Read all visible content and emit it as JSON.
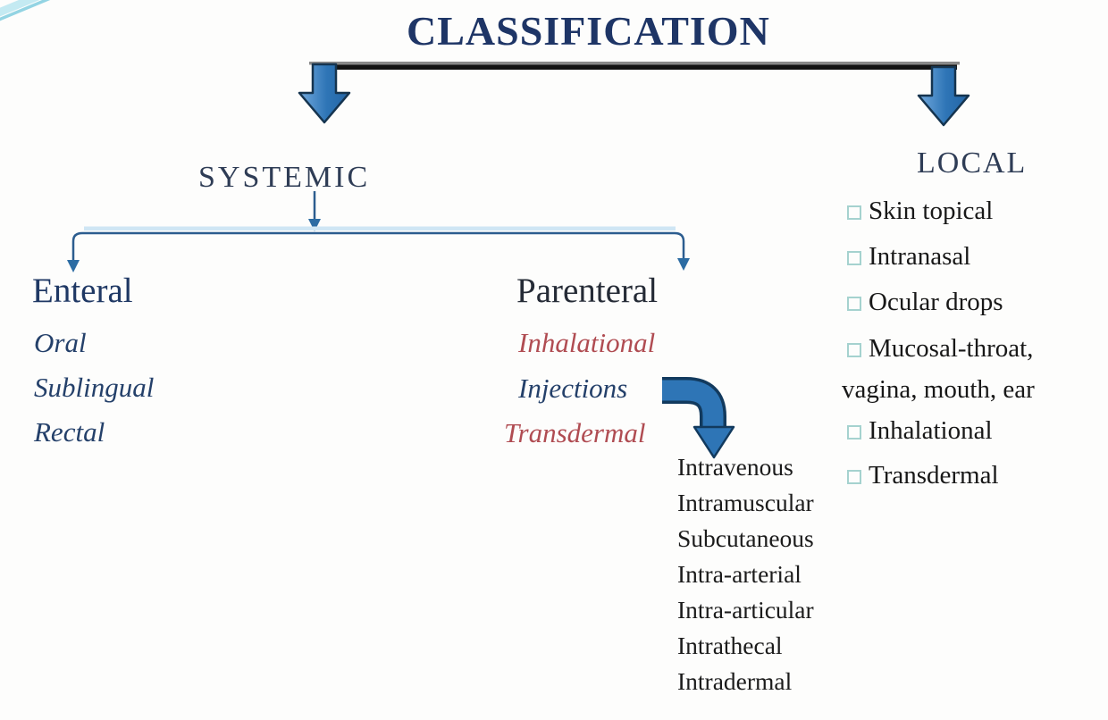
{
  "title": "CLASSIFICATION",
  "systemic": {
    "label": "SYSTEMIC",
    "enteral": {
      "label": "Enteral",
      "routes": [
        "Oral",
        "Sublingual",
        "Rectal"
      ]
    },
    "parenteral": {
      "label": "Parenteral",
      "routes": [
        {
          "text": "Inhalational",
          "red": true
        },
        {
          "text": "Injections",
          "red": false
        },
        {
          "text": "Transdermal",
          "red": true
        }
      ]
    },
    "injection_types": [
      "Intravenous",
      "Intramuscular",
      "Subcutaneous",
      "Intra-arterial",
      "Intra-articular",
      "Intrathecal",
      "Intradermal"
    ]
  },
  "local": {
    "label": "LOCAL",
    "items": [
      {
        "text": "Skin topical",
        "red": false
      },
      {
        "text": "Intranasal",
        "red": false
      },
      {
        "text": "Ocular drops",
        "red": false
      },
      {
        "text": "Mucosal-throat,",
        "continuation": "vagina, mouth, ear",
        "red": false
      },
      {
        "text": "Inhalational",
        "red": true
      },
      {
        "text": "Transdermal",
        "red": true
      }
    ]
  },
  "colors": {
    "heading_navy": "#1e3566",
    "route_red_mid": "#b04c52",
    "route_red_local": "#c23f48",
    "block_arrow_blue": "#2e75b6",
    "connector_blue": "#2c5d8f",
    "bullet_teal": "#a5d2cf",
    "title_bar_black": "#141414"
  }
}
